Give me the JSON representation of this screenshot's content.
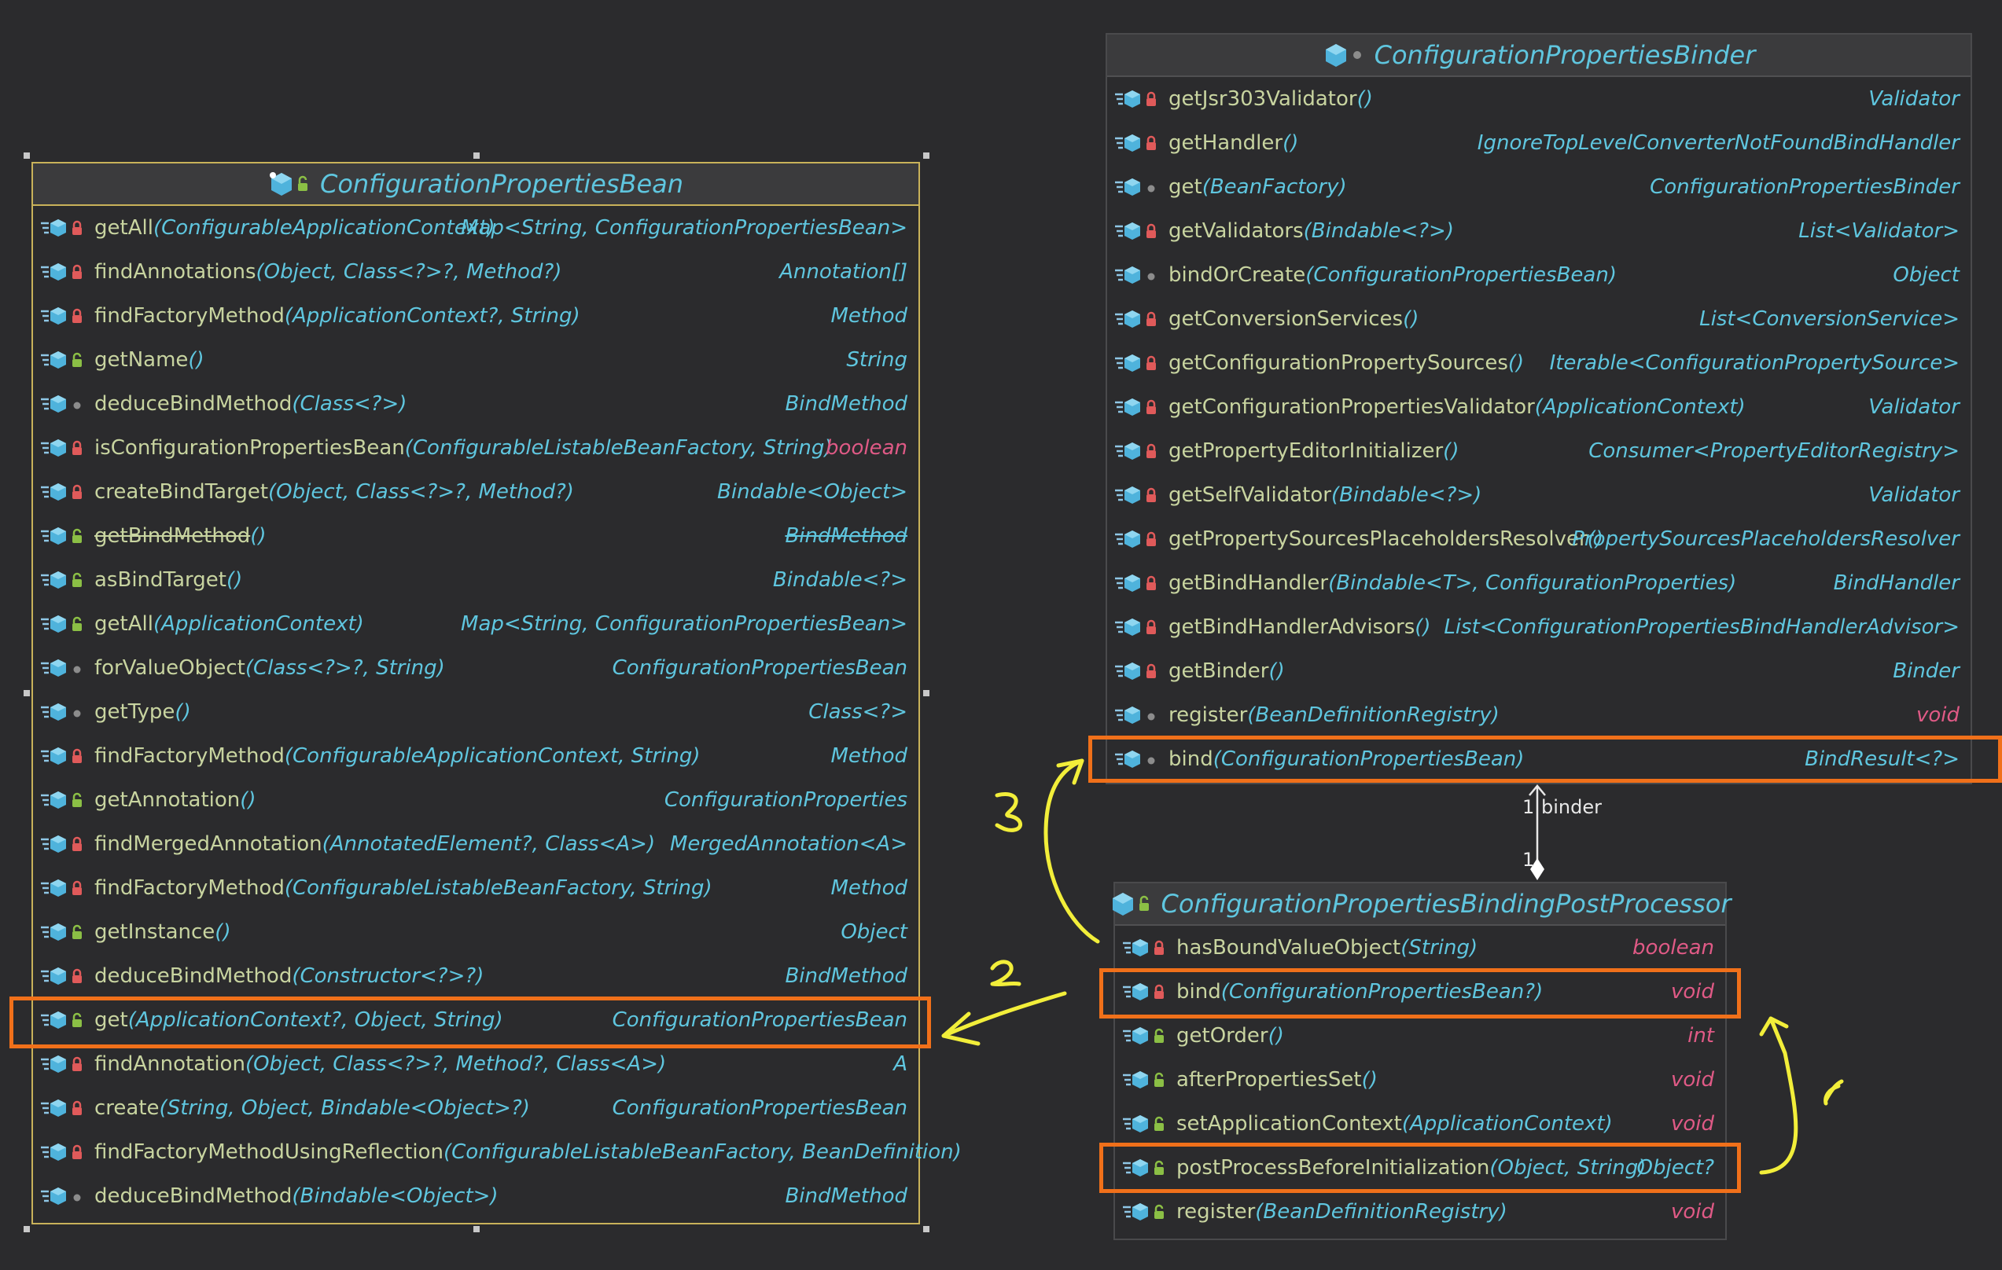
{
  "colors": {
    "background": "#2b2b2d",
    "header": "#3b3b3d",
    "class_name": "#5fc6df",
    "method_name": "#c8d4a0",
    "keyword": "#e05a86",
    "highlight": "#f0701a",
    "annotation": "#f2ee3a"
  },
  "bean": {
    "title": "ConfigurationPropertiesBean",
    "rows": [
      {
        "name": "getAll",
        "sig": "(ConfigurableApplicationContext)",
        "ret": "Map<String, ConfigurationPropertiesBean>",
        "vis": "private"
      },
      {
        "name": "findAnnotations",
        "sig": "(Object, Class<?>?, Method?)",
        "ret": "Annotation[]",
        "vis": "private"
      },
      {
        "name": "findFactoryMethod",
        "sig": "(ApplicationContext?, String)",
        "ret": "Method",
        "vis": "private"
      },
      {
        "name": "getName",
        "sig": "()",
        "ret": "String",
        "vis": "public"
      },
      {
        "name": "deduceBindMethod",
        "sig": "(Class<?>)",
        "ret": "BindMethod",
        "vis": "package"
      },
      {
        "name": "isConfigurationPropertiesBean",
        "sig": "(ConfigurableListableBeanFactory, String)",
        "ret": "boolean",
        "vis": "private"
      },
      {
        "name": "createBindTarget",
        "sig": "(Object, Class<?>?, Method?)",
        "ret": "Bindable<Object>",
        "vis": "private"
      },
      {
        "name": "getBindMethod",
        "sig": "()",
        "ret": "BindMethod",
        "vis": "public"
      },
      {
        "name": "asBindTarget",
        "sig": "()",
        "ret": "Bindable<?>",
        "vis": "public"
      },
      {
        "name": "getAll",
        "sig": "(ApplicationContext)",
        "ret": "Map<String, ConfigurationPropertiesBean>",
        "vis": "public"
      },
      {
        "name": "forValueObject",
        "sig": "(Class<?>?, String)",
        "ret": "ConfigurationPropertiesBean",
        "vis": "package"
      },
      {
        "name": "getType",
        "sig": "()",
        "ret": "Class<?>",
        "vis": "package"
      },
      {
        "name": "findFactoryMethod",
        "sig": "(ConfigurableApplicationContext, String)",
        "ret": "Method",
        "vis": "private"
      },
      {
        "name": "getAnnotation",
        "sig": "()",
        "ret": "ConfigurationProperties",
        "vis": "public"
      },
      {
        "name": "findMergedAnnotation",
        "sig": "(AnnotatedElement?, Class<A>)",
        "ret": "MergedAnnotation<A>",
        "vis": "private"
      },
      {
        "name": "findFactoryMethod",
        "sig": "(ConfigurableListableBeanFactory, String)",
        "ret": "Method",
        "vis": "private"
      },
      {
        "name": "getInstance",
        "sig": "()",
        "ret": "Object",
        "vis": "public"
      },
      {
        "name": "deduceBindMethod",
        "sig": "(Constructor<?>?)",
        "ret": "BindMethod",
        "vis": "private"
      },
      {
        "name": "get",
        "sig": "(ApplicationContext?, Object, String)",
        "ret": "ConfigurationPropertiesBean",
        "vis": "public"
      },
      {
        "name": "findAnnotation",
        "sig": "(Object, Class<?>?, Method?, Class<A>)",
        "ret": "A",
        "vis": "private"
      },
      {
        "name": "create",
        "sig": "(String, Object, Bindable<Object>?)",
        "ret": "ConfigurationPropertiesBean",
        "vis": "private"
      },
      {
        "name": "findFactoryMethodUsingReflection",
        "sig": "(ConfigurableListableBeanFactory, BeanDefinition)",
        "ret": "",
        "vis": "private"
      },
      {
        "name": "deduceBindMethod",
        "sig": "(Bindable<Object>)",
        "ret": "BindMethod",
        "vis": "package"
      }
    ]
  },
  "binder": {
    "title": "ConfigurationPropertiesBinder",
    "rows": [
      {
        "name": "getJsr303Validator",
        "sig": "()",
        "ret": "Validator",
        "vis": "private"
      },
      {
        "name": "getHandler",
        "sig": "()",
        "ret": "IgnoreTopLevelConverterNotFoundBindHandler",
        "vis": "private"
      },
      {
        "name": "get",
        "sig": "(BeanFactory)",
        "ret": "ConfigurationPropertiesBinder",
        "vis": "package"
      },
      {
        "name": "getValidators",
        "sig": "(Bindable<?>)",
        "ret": "List<Validator>",
        "vis": "private"
      },
      {
        "name": "bindOrCreate",
        "sig": "(ConfigurationPropertiesBean)",
        "ret": "Object",
        "vis": "package"
      },
      {
        "name": "getConversionServices",
        "sig": "()",
        "ret": "List<ConversionService>",
        "vis": "private"
      },
      {
        "name": "getConfigurationPropertySources",
        "sig": "()",
        "ret": "Iterable<ConfigurationPropertySource>",
        "vis": "private"
      },
      {
        "name": "getConfigurationPropertiesValidator",
        "sig": "(ApplicationContext)",
        "ret": "Validator",
        "vis": "private"
      },
      {
        "name": "getPropertyEditorInitializer",
        "sig": "()",
        "ret": "Consumer<PropertyEditorRegistry>",
        "vis": "private"
      },
      {
        "name": "getSelfValidator",
        "sig": "(Bindable<?>)",
        "ret": "Validator",
        "vis": "private"
      },
      {
        "name": "getPropertySourcesPlaceholdersResolver",
        "sig": "()",
        "ret": "PropertySourcesPlaceholdersResolver",
        "vis": "private"
      },
      {
        "name": "getBindHandler",
        "sig": "(Bindable<T>, ConfigurationProperties)",
        "ret": "BindHandler",
        "vis": "private"
      },
      {
        "name": "getBindHandlerAdvisors",
        "sig": "()",
        "ret": "List<ConfigurationPropertiesBindHandlerAdvisor>",
        "vis": "private"
      },
      {
        "name": "getBinder",
        "sig": "()",
        "ret": "Binder",
        "vis": "private"
      },
      {
        "name": "register",
        "sig": "(BeanDefinitionRegistry)",
        "ret": "void",
        "vis": "package"
      },
      {
        "name": "bind",
        "sig": "(ConfigurationPropertiesBean)",
        "ret": "BindResult<?>",
        "vis": "package"
      }
    ]
  },
  "processor": {
    "title": "ConfigurationPropertiesBindingPostProcessor",
    "rows": [
      {
        "name": "hasBoundValueObject",
        "sig": "(String)",
        "ret": "boolean",
        "vis": "private"
      },
      {
        "name": "bind",
        "sig": "(ConfigurationPropertiesBean?)",
        "ret": "void",
        "vis": "private"
      },
      {
        "name": "getOrder",
        "sig": "()",
        "ret": "int",
        "vis": "public"
      },
      {
        "name": "afterPropertiesSet",
        "sig": "()",
        "ret": "void",
        "vis": "public"
      },
      {
        "name": "setApplicationContext",
        "sig": "(ApplicationContext)",
        "ret": "void",
        "vis": "public"
      },
      {
        "name": "postProcessBeforeInitialization",
        "sig": "(Object, String)",
        "ret": "Object?",
        "vis": "public"
      },
      {
        "name": "register",
        "sig": "(BeanDefinitionRegistry)",
        "ret": "void",
        "vis": "public"
      }
    ]
  },
  "relation": {
    "multiplicity_source": "1",
    "role": "binder",
    "multiplicity_target": "1"
  },
  "annotations": {
    "step1": "1",
    "step2": "2",
    "step3": "3"
  }
}
